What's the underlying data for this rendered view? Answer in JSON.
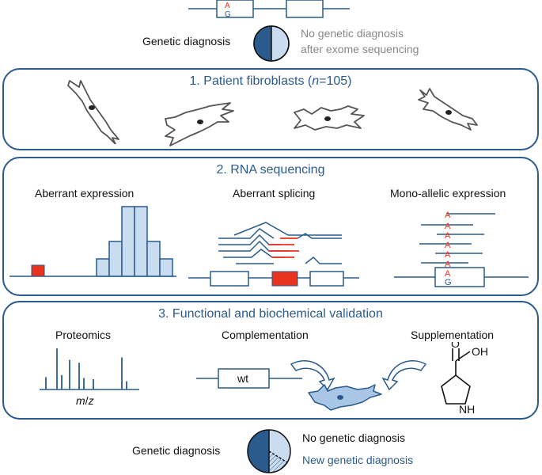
{
  "top": {
    "allele_ref": "G",
    "allele_alt": "A",
    "genetic_diagnosis": "Genetic diagnosis",
    "no_diagnosis_line1": "No genetic diagnosis",
    "no_diagnosis_line2": "after exome sequencing"
  },
  "panel1": {
    "title_prefix": "1. Patient fibroblasts (",
    "title_n": "n",
    "title_suffix": "=105)"
  },
  "panel2": {
    "title": "2. RNA sequencing",
    "aberrant_expression": "Aberrant expression",
    "aberrant_splicing": "Aberrant splicing",
    "mono_allelic": "Mono-allelic expression",
    "histogram_values": [
      2,
      4,
      8,
      8,
      4,
      2
    ],
    "outlier_value": 1,
    "allele_alt": "A",
    "allele_ref": "G"
  },
  "panel3": {
    "title": "3. Functional and biochemical validation",
    "proteomics": "Proteomics",
    "mz_m": "m",
    "mz_slash": "/",
    "mz_z": "z",
    "complementation": "Complementation",
    "wt": "wt",
    "supplementation": "Supplementation",
    "oh": "OH",
    "o": "O",
    "nh": "NH",
    "spectrum_peaks": [
      0.3,
      1.0,
      0.35,
      0.72,
      0.65,
      0.28,
      0.25,
      0.78,
      0.2
    ]
  },
  "bottom": {
    "genetic_diagnosis": "Genetic diagnosis",
    "no_diagnosis": "No genetic diagnosis",
    "new_diagnosis": "New genetic diagnosis"
  },
  "colors": {
    "blue": "#2a5b8c",
    "light_blue": "#c9dcf0",
    "red": "#e8321e",
    "gray": "#888888"
  }
}
